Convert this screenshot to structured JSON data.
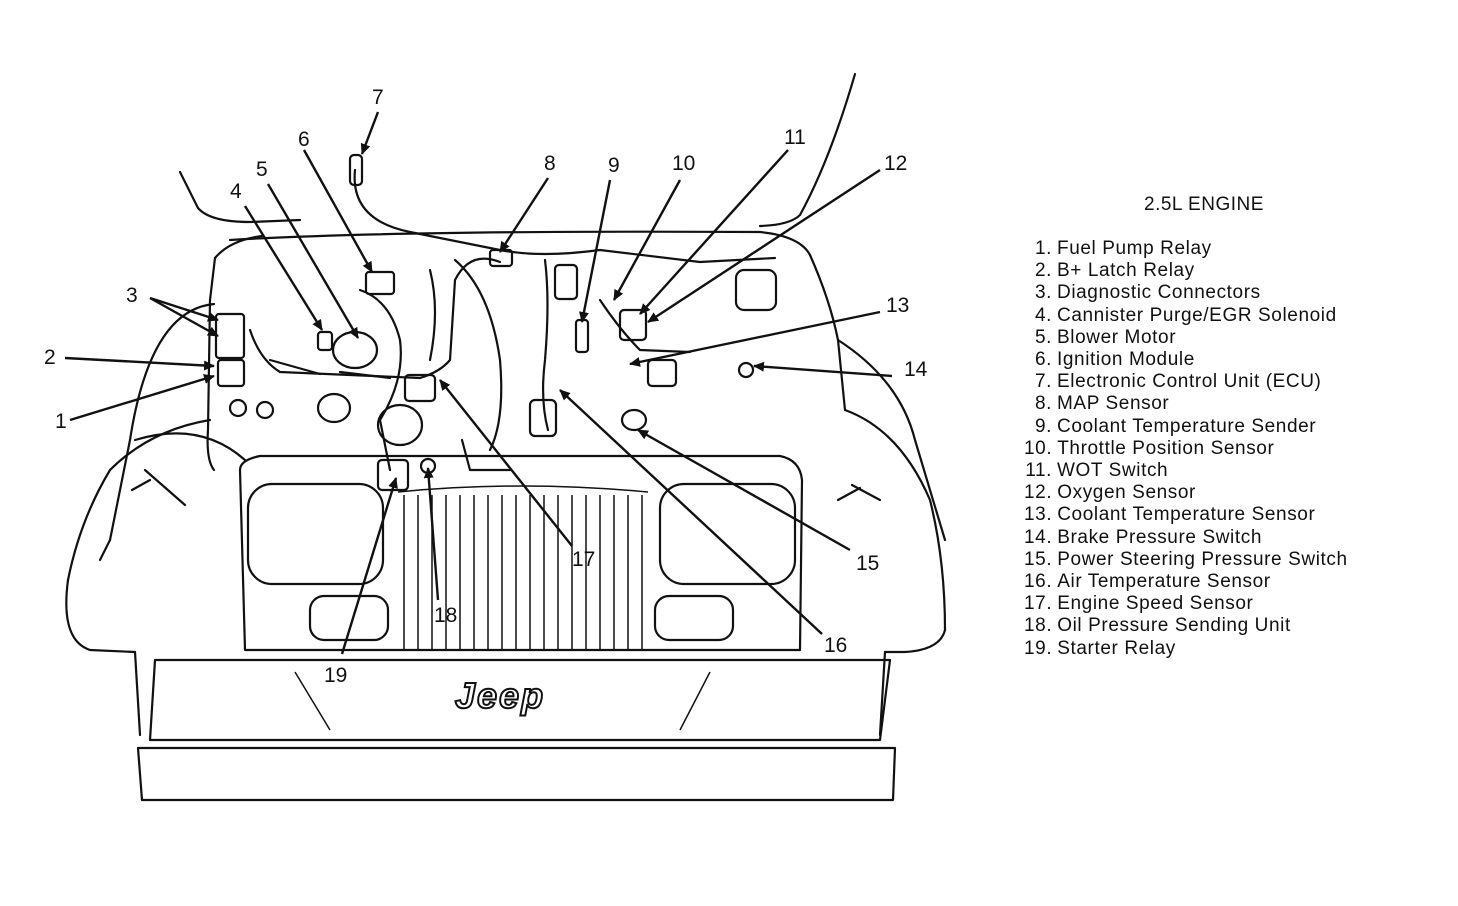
{
  "title": "2.5L ENGINE",
  "logo_text": "Jeep",
  "legend": [
    {
      "num": "1.",
      "label": "Fuel Pump Relay"
    },
    {
      "num": "2.",
      "label": "B+ Latch Relay"
    },
    {
      "num": "3.",
      "label": "Diagnostic Connectors"
    },
    {
      "num": "4.",
      "label": "Cannister Purge/EGR Solenoid"
    },
    {
      "num": "5.",
      "label": "Blower Motor"
    },
    {
      "num": "6.",
      "label": "Ignition Module"
    },
    {
      "num": "7.",
      "label": "Electronic Control Unit (ECU)"
    },
    {
      "num": "8.",
      "label": "MAP Sensor"
    },
    {
      "num": "9.",
      "label": "Coolant Temperature Sender"
    },
    {
      "num": "10.",
      "label": "Throttle Position Sensor"
    },
    {
      "num": "11.",
      "label": "WOT Switch"
    },
    {
      "num": "12.",
      "label": "Oxygen Sensor"
    },
    {
      "num": "13.",
      "label": "Coolant Temperature Sensor"
    },
    {
      "num": "14.",
      "label": "Brake Pressure Switch"
    },
    {
      "num": "15.",
      "label": "Power Steering Pressure Switch"
    },
    {
      "num": "16.",
      "label": "Air Temperature Sensor"
    },
    {
      "num": "17.",
      "label": "Engine Speed Sensor"
    },
    {
      "num": "18.",
      "label": "Oil Pressure Sending Unit"
    },
    {
      "num": "19.",
      "label": "Starter Relay"
    }
  ],
  "callouts": [
    "1",
    "2",
    "3",
    "4",
    "5",
    "6",
    "7",
    "8",
    "9",
    "10",
    "11",
    "12",
    "13",
    "14",
    "15",
    "16",
    "17",
    "18",
    "19"
  ]
}
